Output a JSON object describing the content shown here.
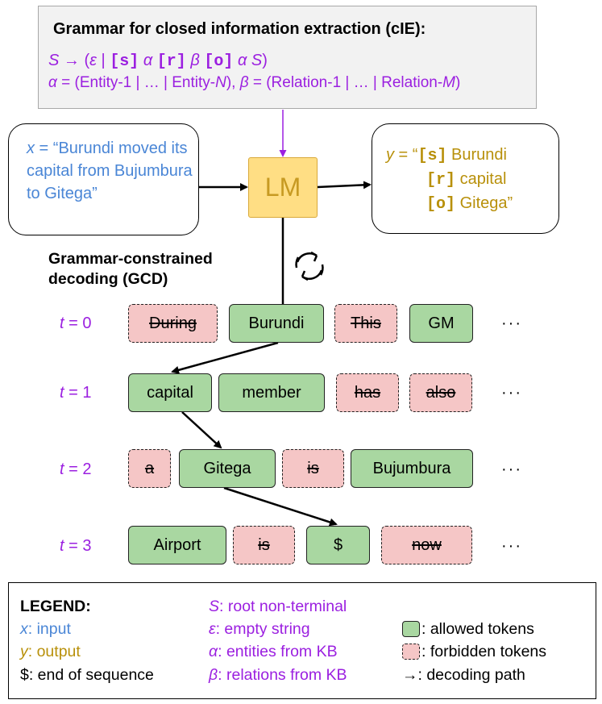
{
  "grammar": {
    "title": "Grammar for closed information extraction (cIE):",
    "line1": {
      "S": "S",
      "arrow_open": " → (",
      "eps": "ε",
      "bar": " | ",
      "s_tok": "[s]",
      "alpha1": "α",
      "r_tok": "[r]",
      "beta": "β",
      "o_tok": "[o]",
      "alpha2": "α",
      "S2": "S",
      "close": ")"
    },
    "line2": {
      "alpha": "α",
      "alpha_def_a": " = (Entity-1 | … | Entity-",
      "N": "N",
      "alpha_def_b": "),  ",
      "beta": "β",
      "beta_def_a": " = (Relation-1 | … | Relation-",
      "M": "M",
      "beta_def_b": ")"
    }
  },
  "input": {
    "var": "x",
    "eq": " = “Burundi moved its capital from Bujumbura to Gitega”"
  },
  "output": {
    "var": "y",
    "eq": " = “",
    "s_tok": "[s]",
    "subject": " Burundi",
    "r_tok": "[r]",
    "relation": " capital",
    "o_tok": "[o]",
    "object": " Gitega”"
  },
  "lm_label": "LM",
  "gcd_label": [
    "Grammar-constrained",
    "decoding (GCD)"
  ],
  "steps": [
    {
      "t": "t",
      "eq": " = 0",
      "tokens": [
        {
          "text": "During",
          "allowed": false
        },
        {
          "text": "Burundi",
          "allowed": true
        },
        {
          "text": "This",
          "allowed": false
        },
        {
          "text": "GM",
          "allowed": true
        }
      ]
    },
    {
      "t": "t",
      "eq": " = 1",
      "tokens": [
        {
          "text": "capital",
          "allowed": true
        },
        {
          "text": "member",
          "allowed": true
        },
        {
          "text": "has",
          "allowed": false
        },
        {
          "text": "also",
          "allowed": false
        }
      ]
    },
    {
      "t": "t",
      "eq": " = 2",
      "tokens": [
        {
          "text": "a",
          "allowed": false
        },
        {
          "text": "Gitega",
          "allowed": true
        },
        {
          "text": "is",
          "allowed": false
        },
        {
          "text": "Bujumbura",
          "allowed": true
        }
      ]
    },
    {
      "t": "t",
      "eq": " = 3",
      "tokens": [
        {
          "text": "Airport",
          "allowed": true
        },
        {
          "text": "is",
          "allowed": false
        },
        {
          "text": "$",
          "allowed": true
        },
        {
          "text": "now",
          "allowed": false
        }
      ]
    }
  ],
  "ellipsis": "···",
  "legend": {
    "title": "LEGEND:",
    "x_var": "x",
    "x_desc": ":  input",
    "y_var": "y",
    "y_desc": ":  output",
    "end": "$: end of sequence",
    "S_var": "S",
    "S_desc": ": root non-terminal",
    "eps_var": "ε",
    "eps_desc": ": empty string",
    "alpha_var": "α",
    "alpha_desc": ": entities from KB",
    "beta_var": "β",
    "beta_desc": ": relations from KB",
    "allowed": ": allowed tokens",
    "forbidden": ": forbidden tokens",
    "path": "→: decoding path"
  },
  "colors": {
    "purple": "#9b1fe0",
    "blue": "#4a86d6",
    "gold": "#b8900a",
    "allowed_fill": "#a9d7a1",
    "forbidden_fill": "#f5c6c6",
    "lm_fill": "#ffde84"
  }
}
